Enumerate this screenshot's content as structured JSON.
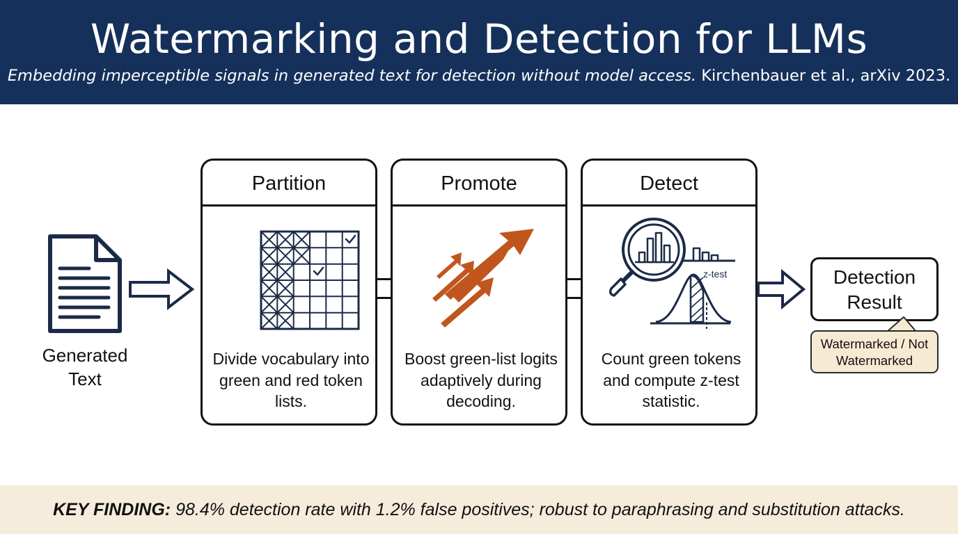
{
  "header": {
    "title": "Watermarking and Detection for LLMs",
    "subtitle_desc": "Embedding imperceptible signals in generated text for detection without model access.",
    "subtitle_cite": "Kirchenbauer et al., arXiv 2023."
  },
  "input": {
    "label": "Generated Text",
    "icon": "document-icon"
  },
  "stages": [
    {
      "title": "Partition",
      "description": "Divide vocabulary into green and red token lists.",
      "icon": "token-grid-icon"
    },
    {
      "title": "Promote",
      "description": "Boost green-list logits adaptively during decoding.",
      "icon": "boost-arrows-icon"
    },
    {
      "title": "Detect",
      "description": "Count green tokens and compute z-test statistic.",
      "icon": "magnifier-chart-icon",
      "icon_label": "z-test"
    }
  ],
  "output": {
    "label": "Detection Result",
    "callout": "Watermarked / Not Watermarked"
  },
  "footer": {
    "label": "KEY FINDING:",
    "text": "98.4% detection rate with 1.2% false positives; robust to paraphrasing and substitution attacks."
  },
  "colors": {
    "header_bg": "#15305a",
    "accent_orange": "#c0561e",
    "footer_bg": "#f5ecdb",
    "callout_bg": "#f7ead2",
    "icon_navy": "#1b2a47"
  }
}
